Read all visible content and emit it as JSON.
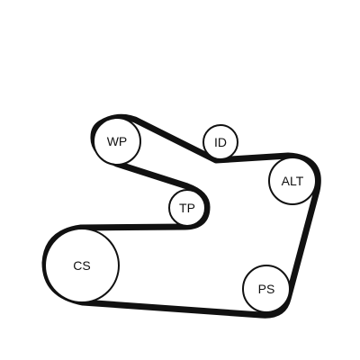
{
  "diagram": {
    "pulleys": [
      {
        "id": "wp",
        "label": "WP"
      },
      {
        "id": "id",
        "label": "ID"
      },
      {
        "id": "alt",
        "label": "ALT"
      },
      {
        "id": "tp",
        "label": "TP"
      },
      {
        "id": "cs",
        "label": "CS"
      },
      {
        "id": "ps",
        "label": "PS"
      }
    ],
    "colors": {
      "belt": "#111111",
      "pulley_stroke": "#111111",
      "pulley_fill": "#ffffff",
      "background": "#ffffff"
    }
  }
}
